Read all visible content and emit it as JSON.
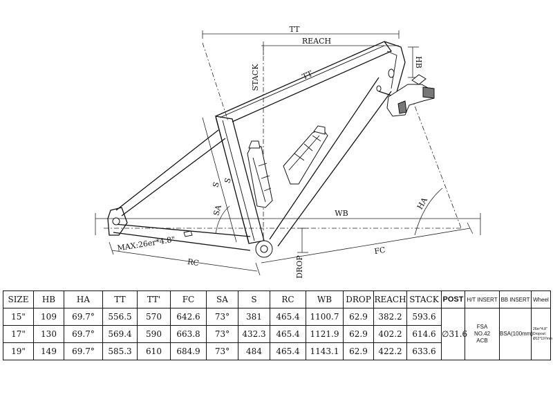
{
  "diagram": {
    "labels": {
      "tt_top": "TT",
      "reach": "REACH",
      "hb": "HB",
      "stack": "STACK",
      "tt_tube": "TT",
      "s_outer": "S",
      "s_inner": "S",
      "sa": "SA",
      "wb": "WB",
      "ha": "HA",
      "max_tire": "MAX:26er*4.8\"",
      "rc": "RC",
      "drop": "DROP",
      "fc": "FC"
    }
  },
  "table": {
    "headers": [
      "SIZE",
      "HB",
      "HA",
      "TT",
      "TT'",
      "FC",
      "SA",
      "S",
      "RC",
      "WB",
      "DROP",
      "REACH",
      "STACK",
      "POST",
      "H/T INSERT",
      "BB INSERT",
      "Wheel"
    ],
    "rows": [
      [
        "15\"",
        "109",
        "69.7°",
        "556.5",
        "570",
        "642.6",
        "73°",
        "381",
        "465.4",
        "1100.7",
        "62.9",
        "382.2",
        "593.6"
      ],
      [
        "17\"",
        "130",
        "69.7°",
        "569.4",
        "590",
        "663.8",
        "73°",
        "432.3",
        "465.4",
        "1121.9",
        "62.9",
        "402.2",
        "614.6"
      ],
      [
        "19\"",
        "149",
        "69.7°",
        "585.3",
        "610",
        "684.9",
        "73°",
        "484",
        "465.4",
        "1143.1",
        "62.9",
        "422.2",
        "633.6"
      ]
    ],
    "post": "∅31.6",
    "ht_insert": [
      "FSA",
      "NO.42",
      "ACB"
    ],
    "bb_insert": "BSA(100mm)",
    "wheel": [
      "26er*4.8\"",
      "Dropout:",
      "Ø12*197mm"
    ]
  }
}
